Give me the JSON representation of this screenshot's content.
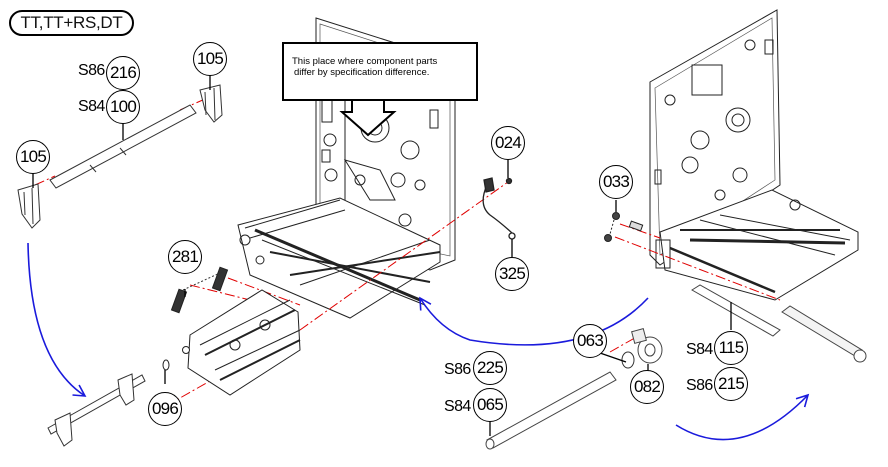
{
  "diagram": {
    "type": "exploded-parts-view",
    "variant_label": "TT,TT+RS,DT",
    "callout": {
      "line1": "This place where component parts",
      "line2": "differ by specification difference."
    },
    "colors": {
      "line": "#000000",
      "explode_axis": "#e00000",
      "flow_arrow": "#1a1adc"
    },
    "parts": [
      {
        "id": "p105a",
        "number": "105"
      },
      {
        "id": "p216",
        "number": "216",
        "prefix": "S86"
      },
      {
        "id": "p100",
        "number": "100",
        "prefix": "S84"
      },
      {
        "id": "p105b",
        "number": "105"
      },
      {
        "id": "p281",
        "number": "281"
      },
      {
        "id": "p096",
        "number": "096"
      },
      {
        "id": "p024",
        "number": "024"
      },
      {
        "id": "p325",
        "number": "325"
      },
      {
        "id": "p033",
        "number": "033"
      },
      {
        "id": "p063",
        "number": "063"
      },
      {
        "id": "p225",
        "number": "225",
        "prefix": "S86"
      },
      {
        "id": "p065",
        "number": "065",
        "prefix": "S84"
      },
      {
        "id": "p082",
        "number": "082"
      },
      {
        "id": "p115",
        "number": "115",
        "prefix": "S84"
      },
      {
        "id": "p215",
        "number": "215",
        "prefix": "S86"
      }
    ]
  }
}
